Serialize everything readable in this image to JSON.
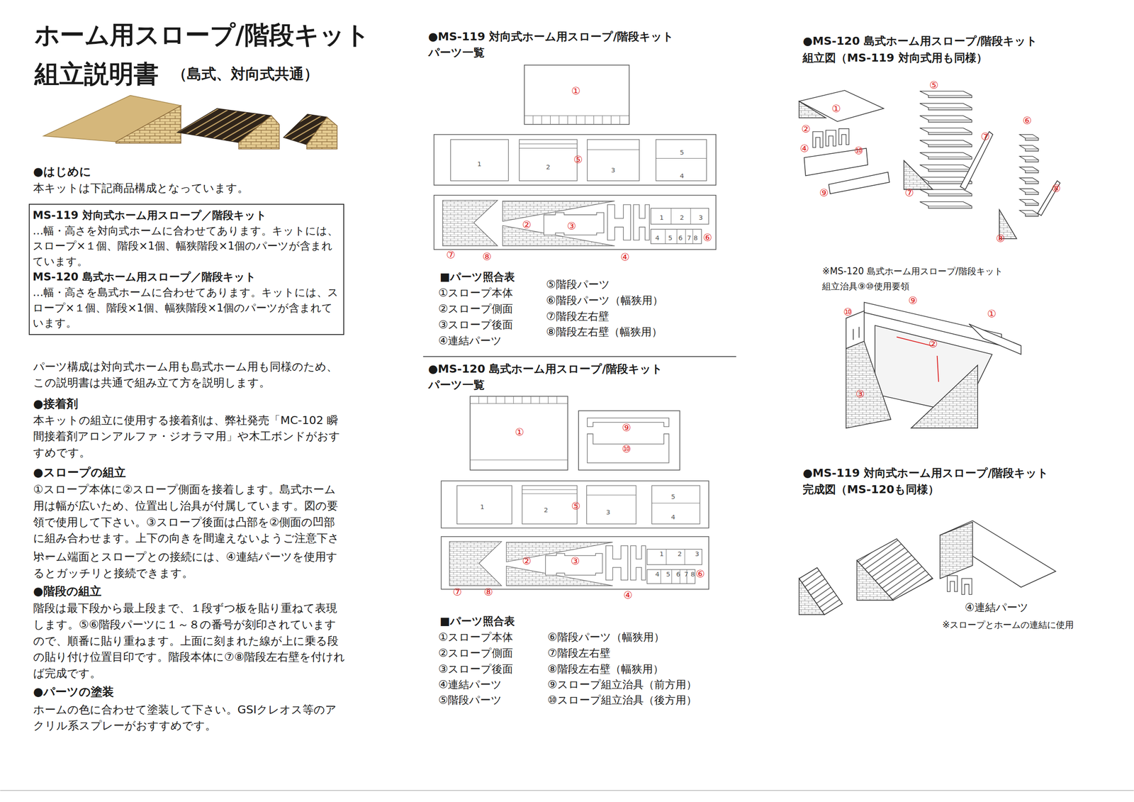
{
  "diagram": {
    "title": "ホーム用スロープ/階段キット",
    "nodes": [
      {
        "text": [
          "MS-119 対向式ホーム用スロープ／階段キット",
          "…幅・高さを対向式ホームに合わせてあります。キットには、スロープ×１個、階段×1個、幅狭階段×1個のパーツが含まれています。",
          "MS-120 島式ホーム用スロープ／階段キット",
          "…幅・高さを島式ホームに合わせてあります。キットには、スロープ×１個、階段×1個、幅狭階段×1個のパーツが含まれています。"
        ]
      }
    ],
    "labels": [
      "組立説明書",
      "（島式、対向式共通）",
      "●はじめに",
      "本キットは下記商品構成となっています。",
      "パーツ構成は対向式ホーム用も島式ホーム用も同様のため、この説明書は共通で組み立て方を説明します。",
      "●接着剤",
      "本キットの組立に使用する接着剤は、弊社発売「MC-102 瞬間接着剤アロンアルファ・ジオラマ用」や木工ボンドがおすすめです。",
      "●スロープの組立",
      "①スロープ本体に②スロープ側面を接着します。島式ホーム用は幅が広いため、位置出し治具が付属しています。図の要領で使用して下さい。③スロープ後面は凸部を②側面の凹部に組み合わせます。上下の向きを間違えないようご注意下さい。",
      "ホーム端面とスロープとの接続には、④連結パーツを使用するとガッチリと接続できます。",
      "●階段の組立",
      "階段は最下段から最上段まで、１段ずつ板を貼り重ねて表現します。⑤⑥階段パーツに１～８の番号が刻印されていますので、順番に貼り重ねます。上面に刻まれた線が上に乗る段の貼り付け位置目印です。階段本体に⑦⑧階段左右壁を付ければ完成です。",
      "●パーツの塗装",
      "ホームの色に合わせて塗装して下さい。GSIクレオス等のアクリル系スプレーがおすすめです。",
      "●MS-119 対向式ホーム用スロープ/階段キット",
      "パーツ一覧",
      "①",
      "⑤",
      "②",
      "③",
      "⑥",
      "⑦",
      "⑧",
      "④",
      "■パーツ照合表",
      "①スロープ本体",
      "②スロープ側面",
      "③スロープ後面",
      "④連結パーツ",
      "⑤階段パーツ",
      "⑥階段パーツ（幅狭用）",
      "⑦階段左右壁",
      "⑧階段左右壁（幅狭用）",
      "●MS-120 島式ホーム用スロープ/階段キット",
      "パーツ一覧",
      "①",
      "⑨",
      "⑩",
      "⑤",
      "②",
      "③",
      "⑥",
      "⑦",
      "⑧",
      "④",
      "■パーツ照合表",
      "①スロープ本体",
      "②スロープ側面",
      "③スロープ後面",
      "④連結パーツ",
      "⑤階段パーツ",
      "⑥階段パーツ（幅狭用）",
      "⑦階段左右壁",
      "⑧階段左右壁（幅狭用）",
      "⑨スロープ組立治具（前方用）",
      "⑩スロープ組立治具（後方用）",
      "●MS-120 島式ホーム用スロープ/階段キット",
      "組立図（MS-119 対向式用も同様）",
      "①",
      "②",
      "④",
      "⑩",
      "⑨",
      "⑤",
      "⑦",
      "⑦",
      "⑥",
      "⑧",
      "⑧",
      "※MS-120 島式ホーム用スロープ/階段キット",
      "組立治具⑨⑩使用要領",
      "⑩",
      "⑨",
      "①",
      "②",
      "③",
      "●MS-119 対向式ホーム用スロープ/階段キット",
      "完成図（MS-120も同様）",
      "④連結パーツ",
      "※スロープとホームの連結に使用",
      "1",
      "2",
      "3",
      "4",
      "5",
      "1",
      "2",
      "3",
      "4",
      "5",
      "6",
      "7",
      "8",
      "1",
      "2",
      "3",
      "4",
      "5",
      "1",
      "2",
      "3",
      "4",
      "5",
      "6",
      "7",
      "8"
    ]
  }
}
